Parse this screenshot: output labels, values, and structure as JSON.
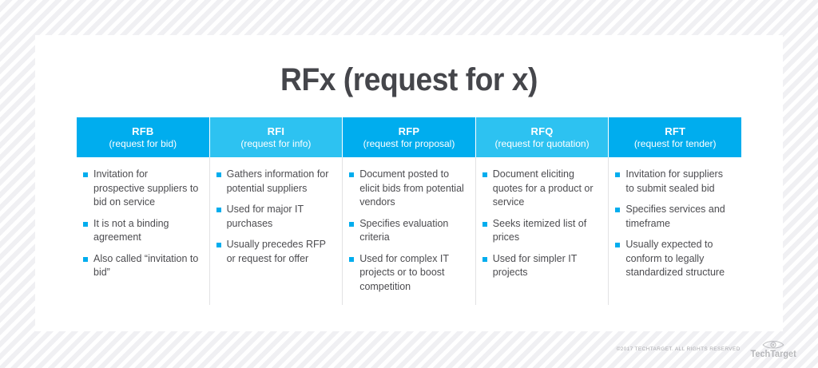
{
  "title": "RFx (request for x)",
  "colors": {
    "header_dark": "#00adee",
    "header_light": "#2dc2f1",
    "bullet": "#00adee",
    "title_text": "#45464b",
    "body_text": "#4c4c50"
  },
  "columns": [
    {
      "abbr": "RFB",
      "full": "(request for bid)",
      "shade": "dark",
      "items": [
        "Invitation for prospective suppliers to bid on service",
        "It is not a binding agreement",
        "Also called “invitation to bid”"
      ]
    },
    {
      "abbr": "RFI",
      "full": "(request for info)",
      "shade": "light",
      "items": [
        "Gathers information for potential suppliers",
        "Used for major IT purchases",
        "Usually precedes RFP or request for offer"
      ]
    },
    {
      "abbr": "RFP",
      "full": "(request for proposal)",
      "shade": "dark",
      "items": [
        "Document posted to elicit bids from potential vendors",
        "Specifies evaluation criteria",
        "Used for complex IT projects or to boost competition"
      ]
    },
    {
      "abbr": "RFQ",
      "full": "(request for quotation)",
      "shade": "light",
      "items": [
        "Document eliciting quotes for a product or service",
        "Seeks itemized list of prices",
        "Used for simpler IT projects"
      ]
    },
    {
      "abbr": "RFT",
      "full": "(request for tender)",
      "shade": "dark",
      "items": [
        "Invitation for suppliers to submit sealed bid",
        "Specifies services and timeframe",
        "Usually expected to conform to legally standardized structure"
      ]
    }
  ],
  "footer": {
    "copyright": "©2017 TECHTARGET. ALL RIGHTS RESERVED",
    "brand_name": "TechTarget",
    "brand_icon": "eye-icon"
  }
}
